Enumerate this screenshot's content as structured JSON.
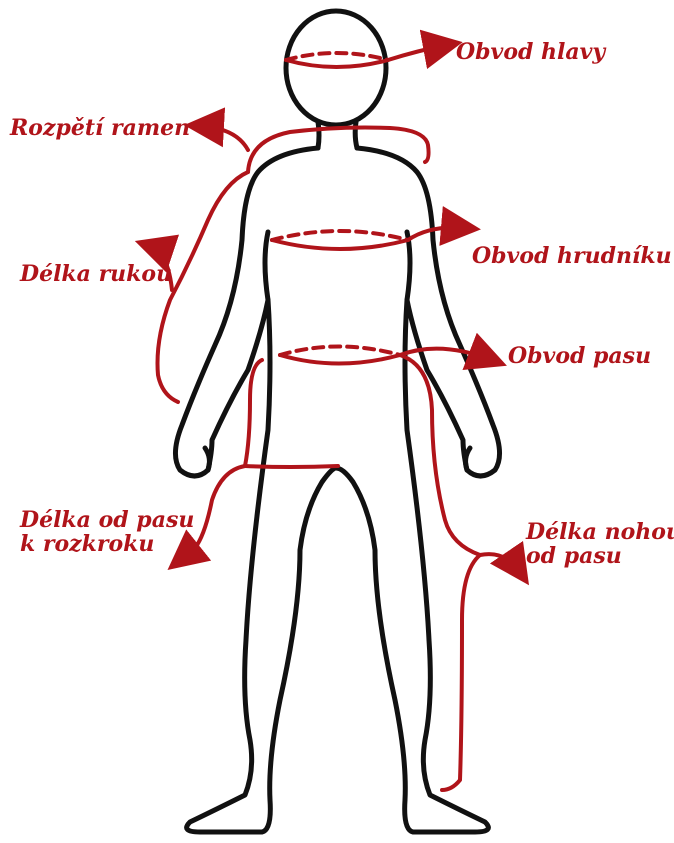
{
  "colors": {
    "outline": "#111111",
    "measure": "#b0141a",
    "background": "#ffffff"
  },
  "labels": {
    "head": "Obvod hlavy",
    "shoulders": "Rozpětí ramen",
    "sleeve": "Délka rukou",
    "chest": "Obvod hrudníku",
    "waist": "Obvod pasu",
    "crotch_line1": "Délka od pasu",
    "crotch_line2": "k rozkroku",
    "leg_line1": "Délka nohou",
    "leg_line2": "od pasu"
  }
}
